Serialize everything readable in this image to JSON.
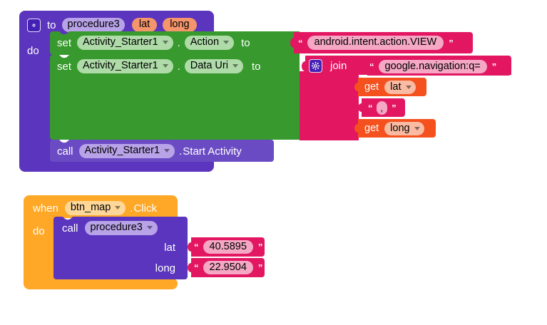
{
  "app": {
    "name": "MIT App Inventor Blocks Editor",
    "canvas_background": "#ffffff"
  },
  "colors": {
    "procedure_purple": "#5B35BD",
    "procedure_purple_light": "#B8A3E8",
    "control_purple": "#5B35BD",
    "setter_green": "#38992E",
    "setter_green_light": "#AEDBA8",
    "text_pink": "#E21661",
    "text_pink_light": "#F5A7C4",
    "variable_orange": "#F4511E",
    "variable_orange_light": "#FBBBA3",
    "event_amber": "#FFA726",
    "event_amber_light": "#FFD899",
    "gear_icon_bg": "#4520B5"
  },
  "blocks": {
    "procedure_definition": {
      "gear_icon": "gear-icon",
      "to_label": "to",
      "procedure_name": "procedure3",
      "params": [
        "lat",
        "long"
      ],
      "do_label": "do",
      "statements": [
        {
          "type": "component-setter",
          "set_label": "set",
          "component": "Activity_Starter1",
          "dot": ".",
          "property": "Action",
          "to_label": "to",
          "value": {
            "type": "text",
            "open_quote": "“",
            "text": "android.intent.action.VIEW",
            "close_quote": "”"
          }
        },
        {
          "type": "component-setter",
          "set_label": "set",
          "component": "Activity_Starter1",
          "dot": ".",
          "property": "Data Uri",
          "to_label": "to",
          "value": {
            "type": "join",
            "gear_icon": "gear-icon",
            "join_label": "join",
            "items": [
              {
                "type": "text",
                "open_quote": "“",
                "text": "google.navigation:q=",
                "close_quote": "”"
              },
              {
                "type": "get",
                "get_label": "get",
                "variable": "lat"
              },
              {
                "type": "text",
                "open_quote": "“",
                "text": ",",
                "close_quote": "”"
              },
              {
                "type": "get",
                "get_label": "get",
                "variable": "long"
              }
            ]
          }
        },
        {
          "type": "component-method",
          "call_label": "call",
          "component": "Activity_Starter1",
          "dot": ".",
          "method": "Start Activity"
        }
      ]
    },
    "event_handler": {
      "when_label": "when",
      "component": "btn_map",
      "dot": ".",
      "event": "Click",
      "do_label": "do",
      "body": {
        "type": "procedure-call",
        "call_label": "call",
        "procedure_name": "procedure3",
        "args": [
          {
            "name": "lat",
            "value": {
              "type": "text",
              "open_quote": "“",
              "text": "40.5895",
              "close_quote": "”"
            }
          },
          {
            "name": "long",
            "value": {
              "type": "text",
              "open_quote": "“",
              "text": "22.9504",
              "close_quote": "”"
            }
          }
        ]
      }
    }
  }
}
